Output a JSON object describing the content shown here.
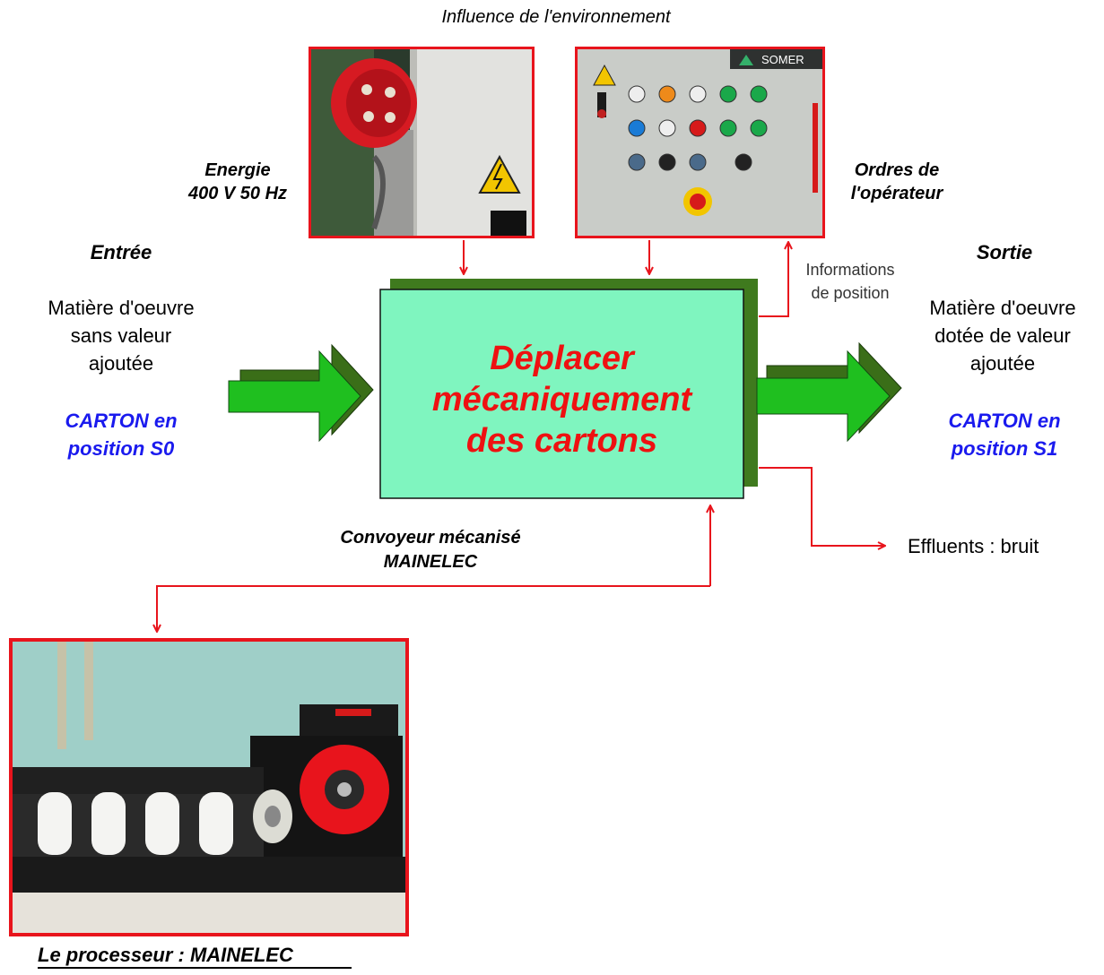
{
  "environment": {
    "title": "Influence de l'environnement"
  },
  "energy": {
    "line1": "Energie",
    "line2": "400 V 50 Hz"
  },
  "operator": {
    "line1": "Ordres de",
    "line2": "l'opérateur"
  },
  "panel_brand": "SOMER",
  "position_info": {
    "line1": "Informations",
    "line2": "de position"
  },
  "input": {
    "heading": "Entrée",
    "desc1": "Matière d'oeuvre",
    "desc2": "sans valeur",
    "desc3": "ajoutée",
    "state1": "CARTON en",
    "state2": "position S0"
  },
  "output": {
    "heading": "Sortie",
    "desc1": "Matière d'oeuvre",
    "desc2": "dotée de valeur",
    "desc3": "ajoutée",
    "state1": "CARTON en",
    "state2": "position S1"
  },
  "function_box": {
    "line1": "Déplacer",
    "line2": "mécaniquement",
    "line3": "des cartons"
  },
  "support": {
    "line1": "Convoyeur mécanisé",
    "line2": "MAINELEC"
  },
  "effluents": {
    "label": "Effluents :  bruit"
  },
  "processor": {
    "caption": "Le processeur : MAINELEC"
  },
  "colors": {
    "arrow_red": "#e8141c",
    "box_fill": "#7ff5bf",
    "box_shadow": "#3f7a1e",
    "big_arrow_green": "#1fbf1f",
    "big_arrow_dark": "#3a6e18",
    "title_red": "#ee1111",
    "state_blue": "#1a1aee"
  }
}
